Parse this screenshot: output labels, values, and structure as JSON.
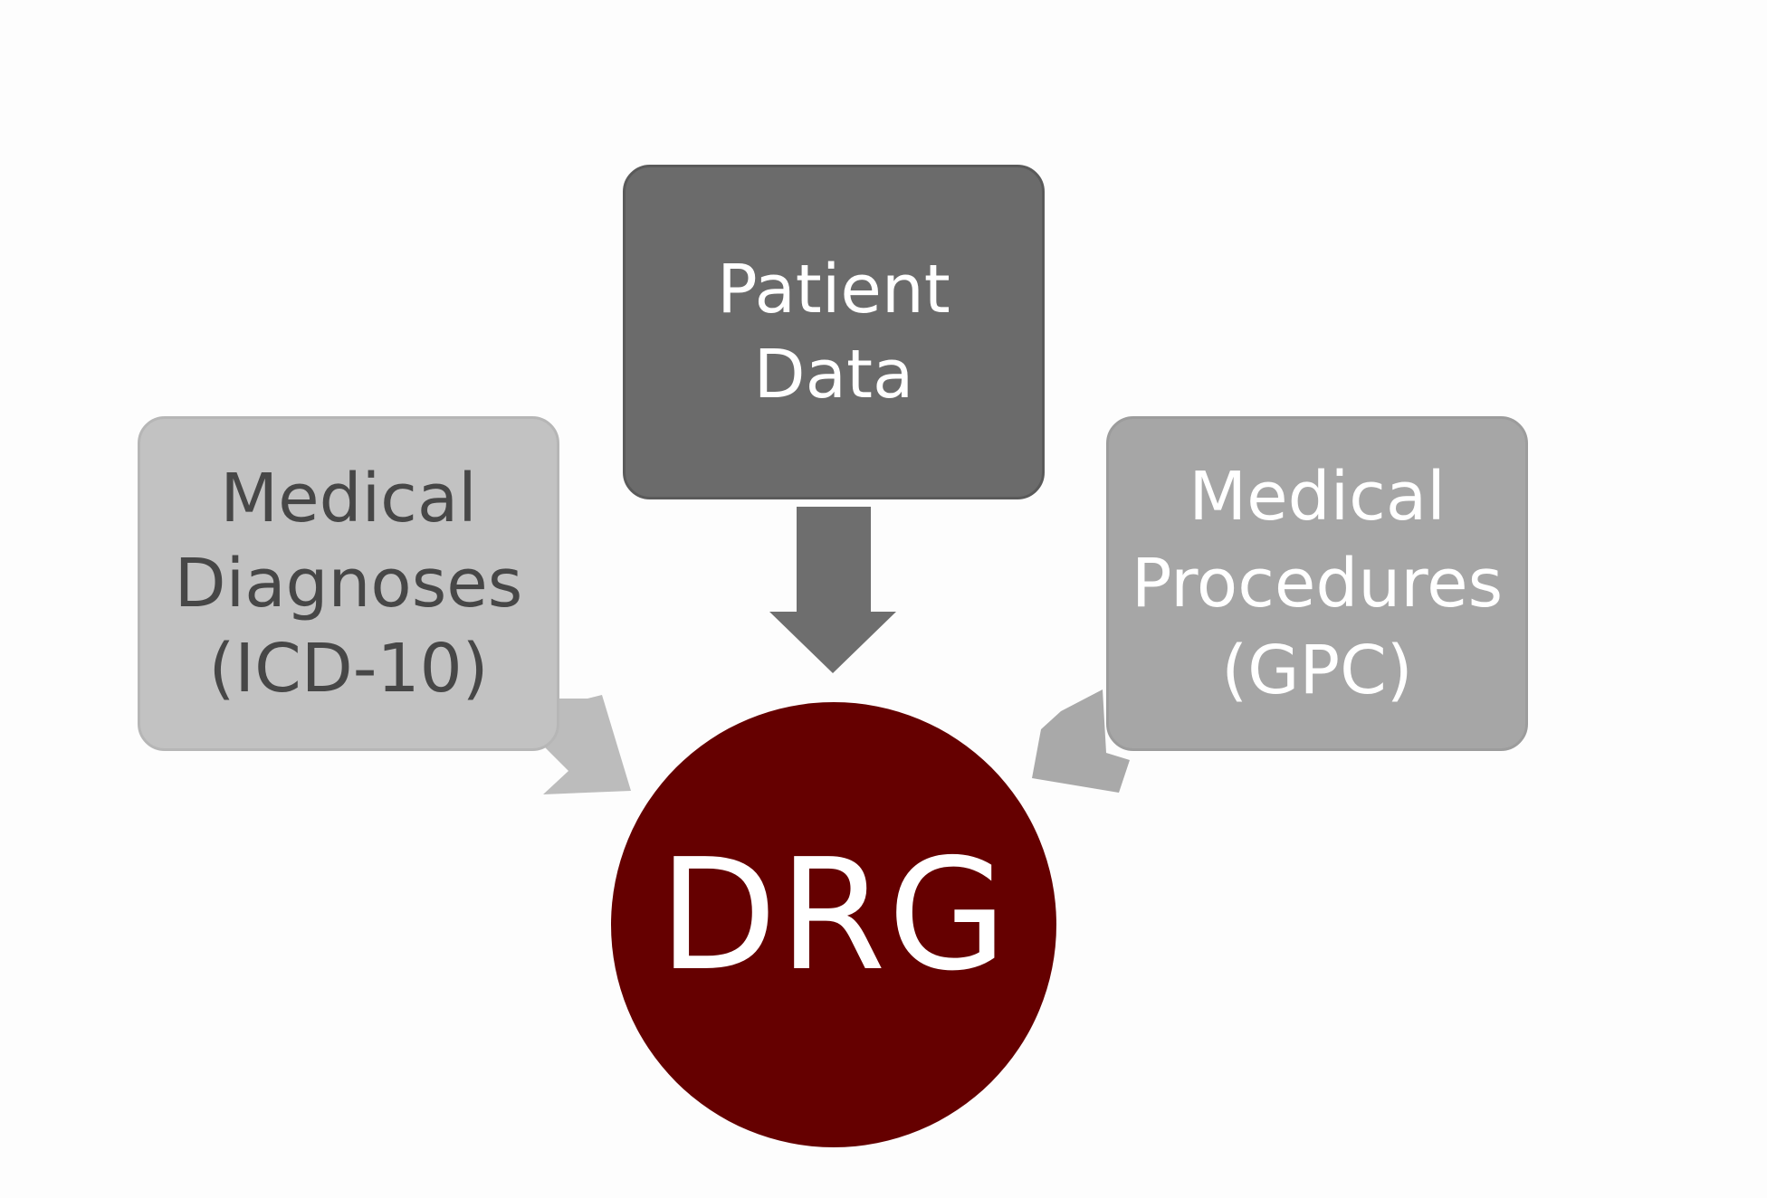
{
  "diagram": {
    "center": {
      "label": "DRG",
      "fill": "#650000"
    },
    "inputs": [
      {
        "label": "Patient\nData",
        "fill": "#6b6b6b",
        "text_color": "#ffffff"
      },
      {
        "label": "Medical\nDiagnoses\n(ICD-10)",
        "fill": "#c2c2c2",
        "text_color": "#474747"
      },
      {
        "label": "Medical\nProcedures\n(GPC)",
        "fill": "#a6a6a6",
        "text_color": "#ffffff"
      }
    ],
    "arrow_colors": {
      "patient": "#6e6e6e",
      "diagnoses": "#bcbcbc",
      "procedures": "#a9a9a9"
    }
  }
}
